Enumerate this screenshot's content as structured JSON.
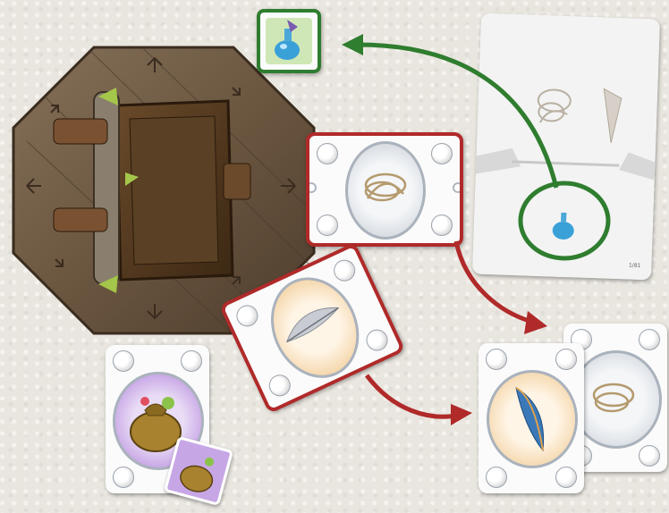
{
  "scene": {
    "description_labels": {
      "ledger_card_page": "1/81"
    },
    "colors": {
      "move_arrow_green": "#2f7d2f",
      "move_arrow_red": "#b02a2a",
      "board_wood": "#6b5640"
    },
    "components": {
      "board": "octagonal-bag-board",
      "cards": [
        "potion-token",
        "rope-card",
        "feather-card",
        "loot-sack-card",
        "loot-sack-token",
        "ledger-card",
        "feather-card-result",
        "rope-card-result"
      ]
    }
  }
}
